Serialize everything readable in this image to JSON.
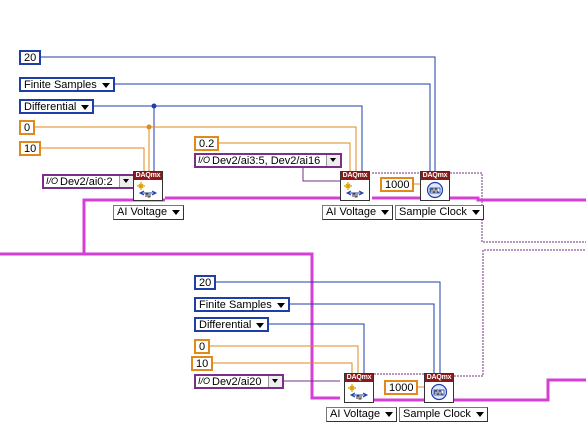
{
  "top": {
    "sample_count": "20",
    "sample_mode": "Finite Samples",
    "terminal_config": "Differential",
    "min_value": "0",
    "max_value": "10",
    "second_min_value": "0.2",
    "channel_a": "Dev2/ai0:2",
    "channel_b": "Dev2/ai3:5, Dev2/ai16",
    "io_glyph": "I/O",
    "daqmx_label": "DAQmx",
    "ai_voltage_a": "AI Voltage",
    "ai_voltage_b": "AI Voltage",
    "rate": "1000",
    "timing_mode": "Sample Clock"
  },
  "bottom": {
    "sample_count": "20",
    "sample_mode": "Finite Samples",
    "terminal_config": "Differential",
    "min_value": "0",
    "max_value": "10",
    "channel": "Dev2/ai20",
    "io_glyph": "I/O",
    "daqmx_label": "DAQmx",
    "ai_voltage": "AI Voltage",
    "rate": "1000",
    "timing_mode": "Sample Clock"
  },
  "colors": {
    "numeric_wire": "#1f3fa8",
    "double_wire": "#e08a1e",
    "task_wire": "#d43fd4",
    "channel_wire": "#7a2f88",
    "daqmx_header": "#8b1a1a"
  }
}
